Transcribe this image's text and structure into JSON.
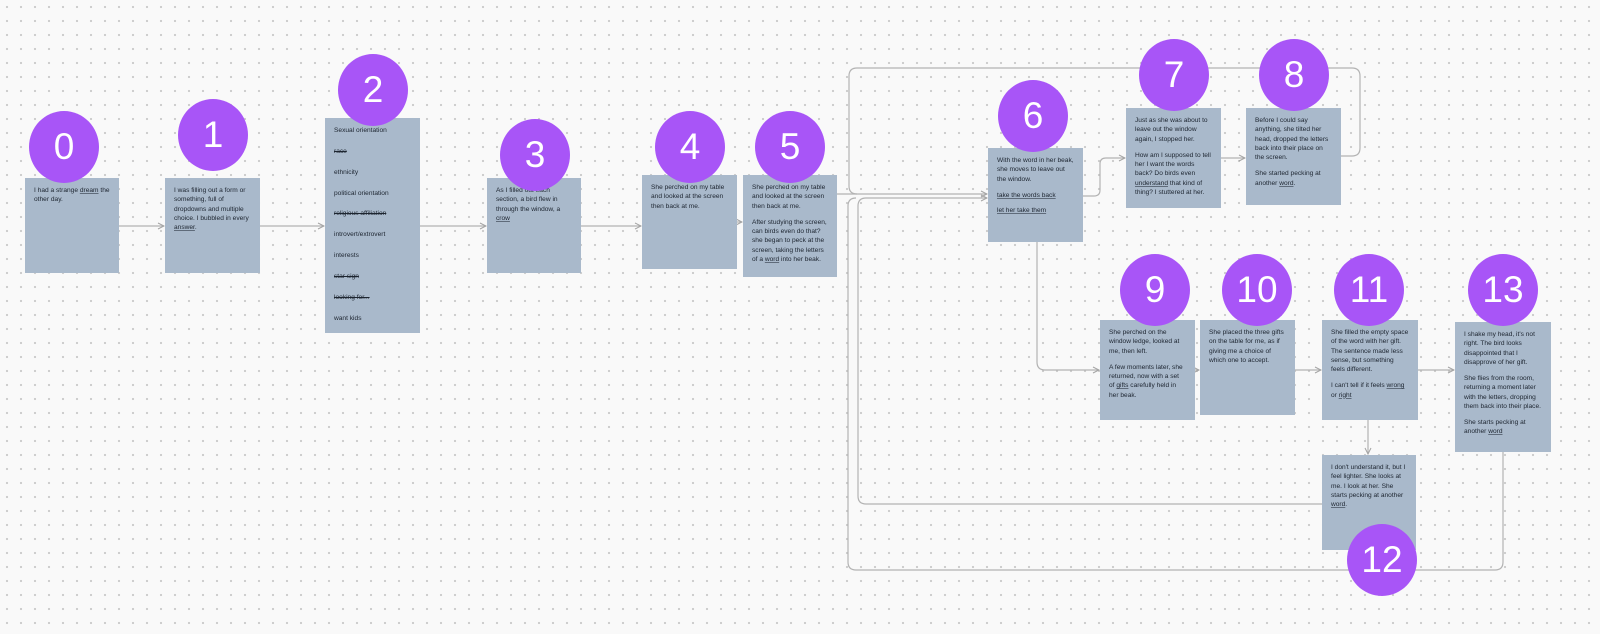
{
  "cards": {
    "c0": {
      "before": "I had a strange ",
      "link": "dream",
      "after": " the other day."
    },
    "c1": {
      "before": "I was filling out a form or something, full of dropdowns and multiple choice. I bubbled in every ",
      "link": "answer",
      "after": "."
    },
    "c2": {
      "items": [
        "Sexual orientation",
        "race",
        "ethnicity",
        "political orientation",
        "religious affiliation",
        "introvert/extrovert",
        "interests",
        "star sign",
        "looking for...",
        "want kids"
      ]
    },
    "c3": {
      "before": "As I filled out each section, a bird flew in through the window, a ",
      "link": "crow"
    },
    "c4": {
      "text": "She perched on my table and looked at the screen then back at me."
    },
    "c5": {
      "p1": "She perched on my table and looked at the screen then back at me.",
      "p2_before": "After studying the screen, can birds even do that? she began to peck at the screen, taking the letters of a ",
      "p2_link": "word",
      "p2_after": " into her beak."
    },
    "c6": {
      "p1": "With the word in her beak, she moves to leave out the window.",
      "option1": "take the words back",
      "option2": "let her take them"
    },
    "c7": {
      "p1": "Just as she was about to leave out the window again, I stopped her.",
      "p2_before": "How am I supposed to tell her I want the words back? Do birds even ",
      "p2_link": "understand",
      "p2_after": " that kind of thing? I stuttered at her."
    },
    "c8": {
      "p1": "Before I could say anything, she tilted her head, dropped the letters back into their place on the screen.",
      "p2_before": "She started pecking at another ",
      "p2_link": "word",
      "p2_after": "."
    },
    "c9": {
      "p1": "She perched on the window ledge, looked at me, then left.",
      "p2_before": "A few moments later, she returned, now with a set of ",
      "p2_link": "gifts",
      "p2_after": " carefully held in her beak."
    },
    "c10": {
      "text": "She placed the three gifts on the table for me, as if giving me a choice of which one to accept."
    },
    "c11": {
      "p1": "She filled the empty space of the word with her gift. The sentence made less sense, but something feels different.",
      "p2_before": "I can't tell if it feels ",
      "p2_link1": "wrong",
      "p2_mid": " or ",
      "p2_link2": "right"
    },
    "c12": {
      "before": "I don't understand it, but I feel lighter. She looks at me. I look at her. She starts pecking at another ",
      "link": "word",
      "after": "."
    },
    "c13": {
      "p1": "I shake my head, it's not right. The bird looks disappointed that I disapprove of her gift.",
      "p2": "She flies from the room, returning a moment later with the letters, dropping them back into their place.",
      "p3_before": "She starts pecking at another ",
      "p3_link": "word"
    }
  },
  "badges": {
    "b0": "0",
    "b1": "1",
    "b2": "2",
    "b3": "3",
    "b4": "4",
    "b5": "5",
    "b6": "6",
    "b7": "7",
    "b8": "8",
    "b9": "9",
    "b10": "10",
    "b11": "11",
    "b12": "12",
    "b13": "13"
  },
  "colors": {
    "canvas": "#f9f9f9",
    "dot": "#c9c9c9",
    "card": "#a9b9cb",
    "badge": "#a855f7",
    "badge_text": "#ffffff",
    "connector": "#b3b3b3",
    "card_text": "#1d2530"
  }
}
